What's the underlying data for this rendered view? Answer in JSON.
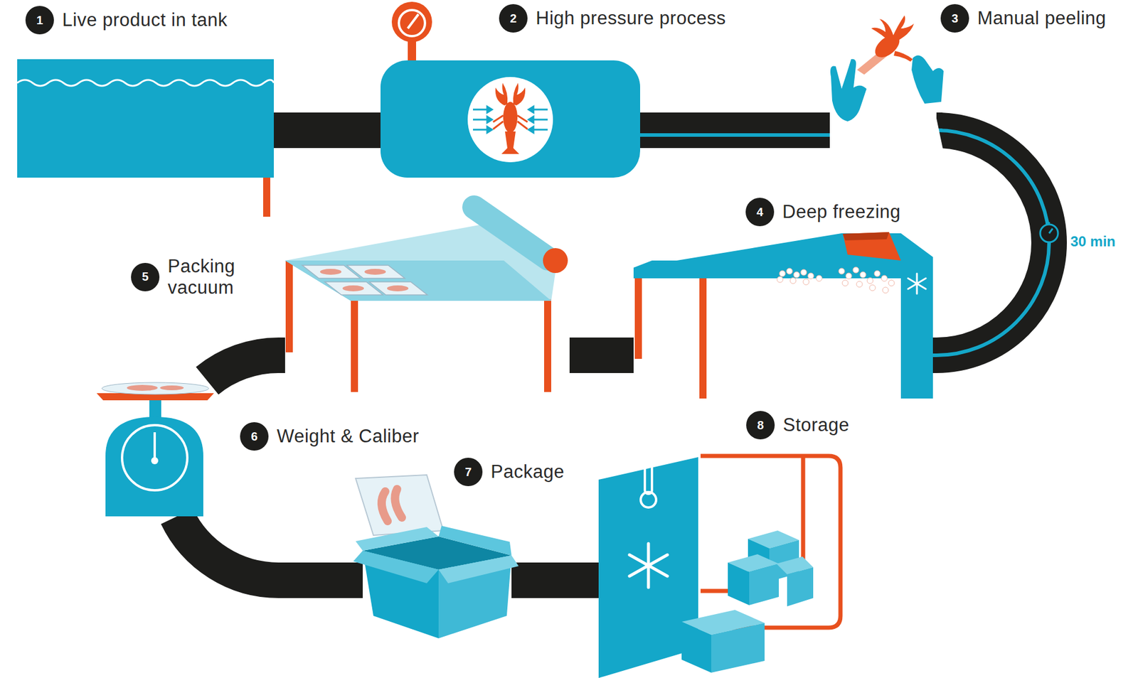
{
  "diagram": {
    "nodes": [
      {
        "text": [
          "1",
          "Live product in tank"
        ]
      },
      {
        "text": [
          "2",
          "High pressure process"
        ]
      },
      {
        "text": [
          "3",
          "Manual peeling"
        ]
      },
      {
        "text": [
          "4",
          "Deep freezing"
        ]
      },
      {
        "text": [
          "5",
          "Packing vacuum"
        ]
      },
      {
        "text": [
          "6",
          "Weight & Caliber"
        ]
      },
      {
        "text": [
          "7",
          "Package"
        ]
      },
      {
        "text": [
          "8",
          "Storage"
        ]
      }
    ],
    "edges": [
      {
        "from": 0,
        "to": 1,
        "arrow": "none"
      },
      {
        "from": 1,
        "to": 2,
        "arrow": "none"
      },
      {
        "from": 2,
        "to": 3,
        "arrow": "none",
        "label": "30 min"
      },
      {
        "from": 3,
        "to": 4,
        "arrow": "none"
      },
      {
        "from": 4,
        "to": 5,
        "arrow": "none"
      },
      {
        "from": 5,
        "to": 6,
        "arrow": "none"
      },
      {
        "from": 6,
        "to": 7,
        "arrow": "none"
      }
    ]
  }
}
